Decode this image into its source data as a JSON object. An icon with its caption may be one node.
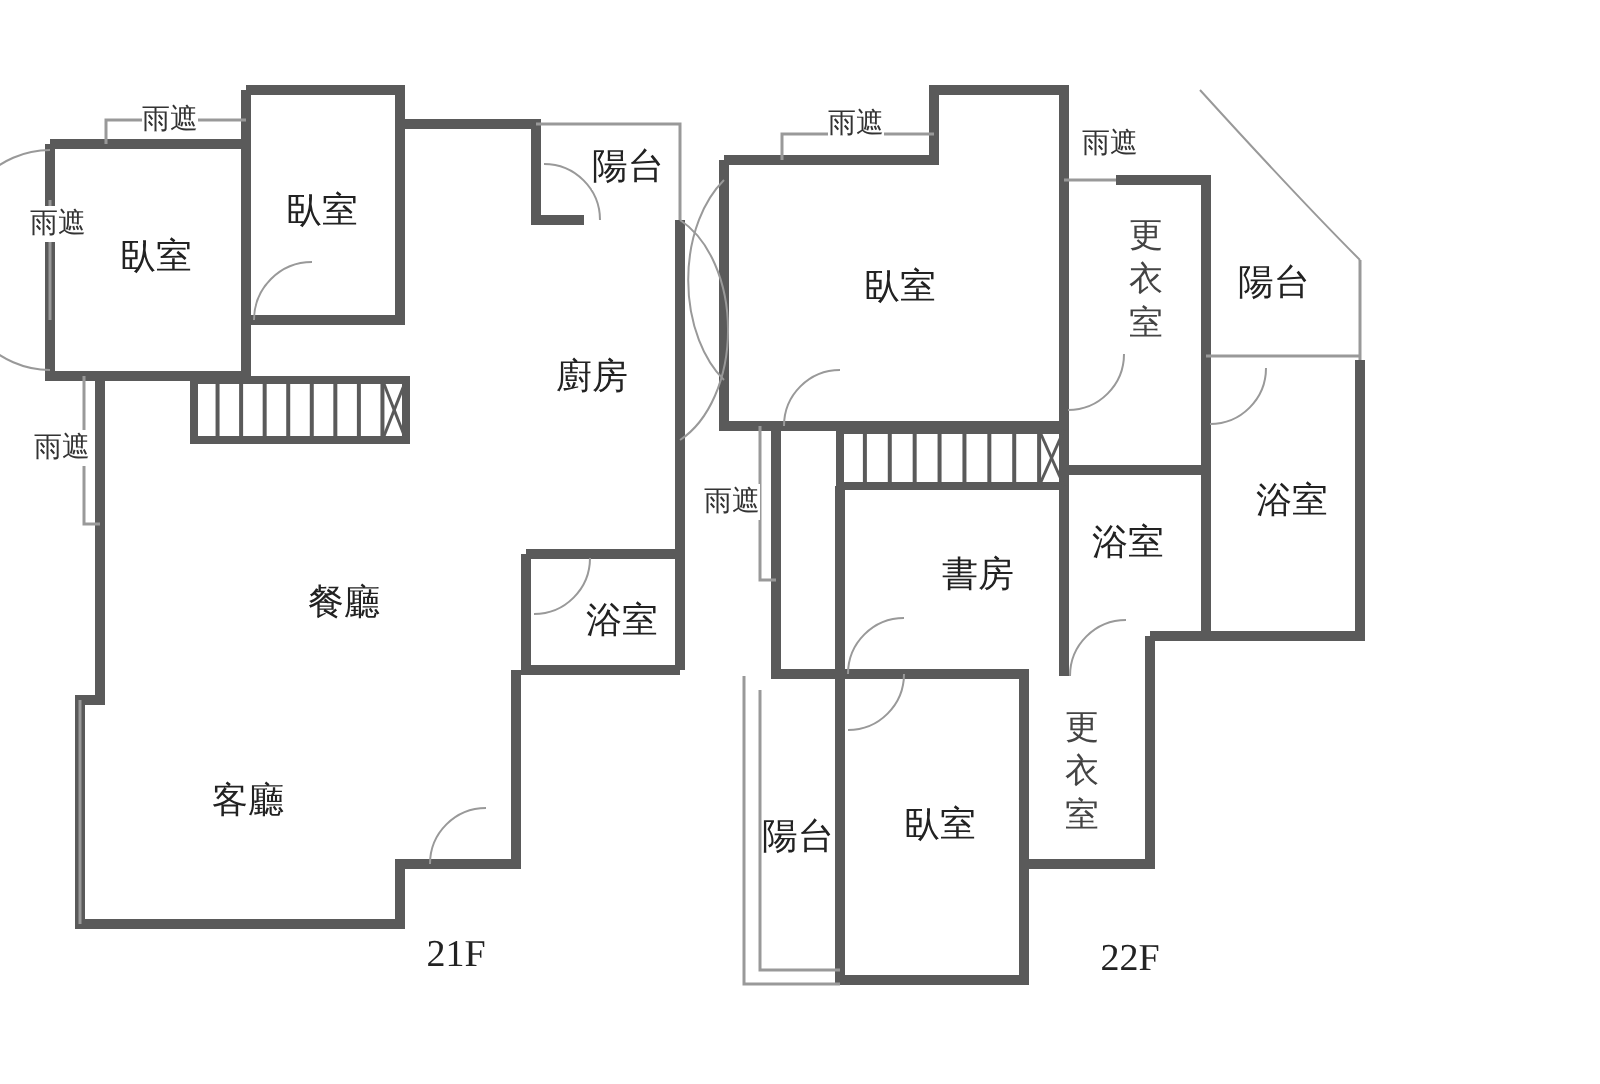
{
  "diagram": {
    "labels": [
      "雨遮",
      "雨遮",
      "雨遮",
      "陽台",
      "雨遮",
      "臥室",
      "臥室",
      "更衣室",
      "臥室",
      "陽台",
      "廚房",
      "雨遮",
      "雨遮",
      "浴室",
      "浴室",
      "書房",
      "餐廳",
      "浴室",
      "更衣室",
      "客廳",
      "陽台",
      "臥室",
      "21F",
      "22F"
    ]
  }
}
